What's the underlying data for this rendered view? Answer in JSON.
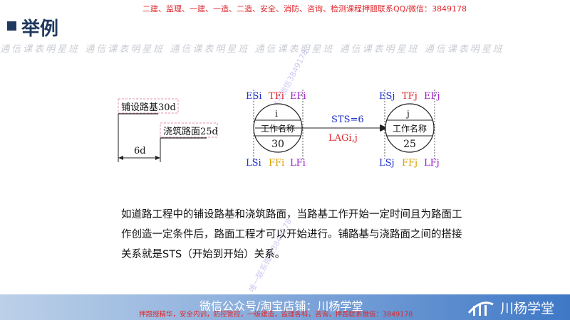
{
  "slide": {
    "title": "举例",
    "top_ad": "二建、监理、一建、一造、二造、安全、消防、咨询、检测课程押题联系QQ/微信：3849178",
    "watermark_row": "通信课表明星班  通信课表明星班  通信课表明星班  通信课表明星班  通信课表明星班  通信课表明星班",
    "watermark_diag_1": "押题联系微信3849178",
    "watermark_diag_2": "唯一联系微信3849178"
  },
  "gantt": {
    "bar1_label": "铺设路基30d",
    "bar2_label": "浇筑路面25d",
    "lag_label": "6d"
  },
  "network": {
    "node_i": {
      "es": "ESi",
      "tf": "TFi",
      "ef": "EFi",
      "id": "i",
      "name": "工作名称",
      "duration": "30",
      "ls": "LSi",
      "ff": "FFi",
      "lf": "LFi"
    },
    "node_j": {
      "es": "ESj",
      "tf": "TFj",
      "ef": "EFj",
      "id": "j",
      "name": "工作名称",
      "duration": "25",
      "ls": "LSj",
      "ff": "FFj",
      "lf": "LFj"
    },
    "link_type": "STS=6",
    "link_lag": "LAGi,j",
    "colors": {
      "es_ls": "#1b2fd1",
      "tf": "#e0262b",
      "ef_lf": "#9b1fc6",
      "ff": "#d9a000",
      "link_type": "#1b2fd1",
      "link_lag": "#e0262b"
    }
  },
  "body": {
    "paragraph": "如道路工程中的铺设路基和浇筑路面，当路基工作开始一定时间且为路面工作创造一定条件后，路面工程才可以开始进行。铺路基与浇路面之间的搭接关系就是STS（开始到开始）关系。"
  },
  "footer": {
    "main_text": "微信公众号/淘宝店铺：川杨学堂",
    "ad_text": "押题授精华，安全内训，防控管控，一级建造，监理各科，咨询，押题联系微信：3849178",
    "brand": "川杨学堂"
  }
}
